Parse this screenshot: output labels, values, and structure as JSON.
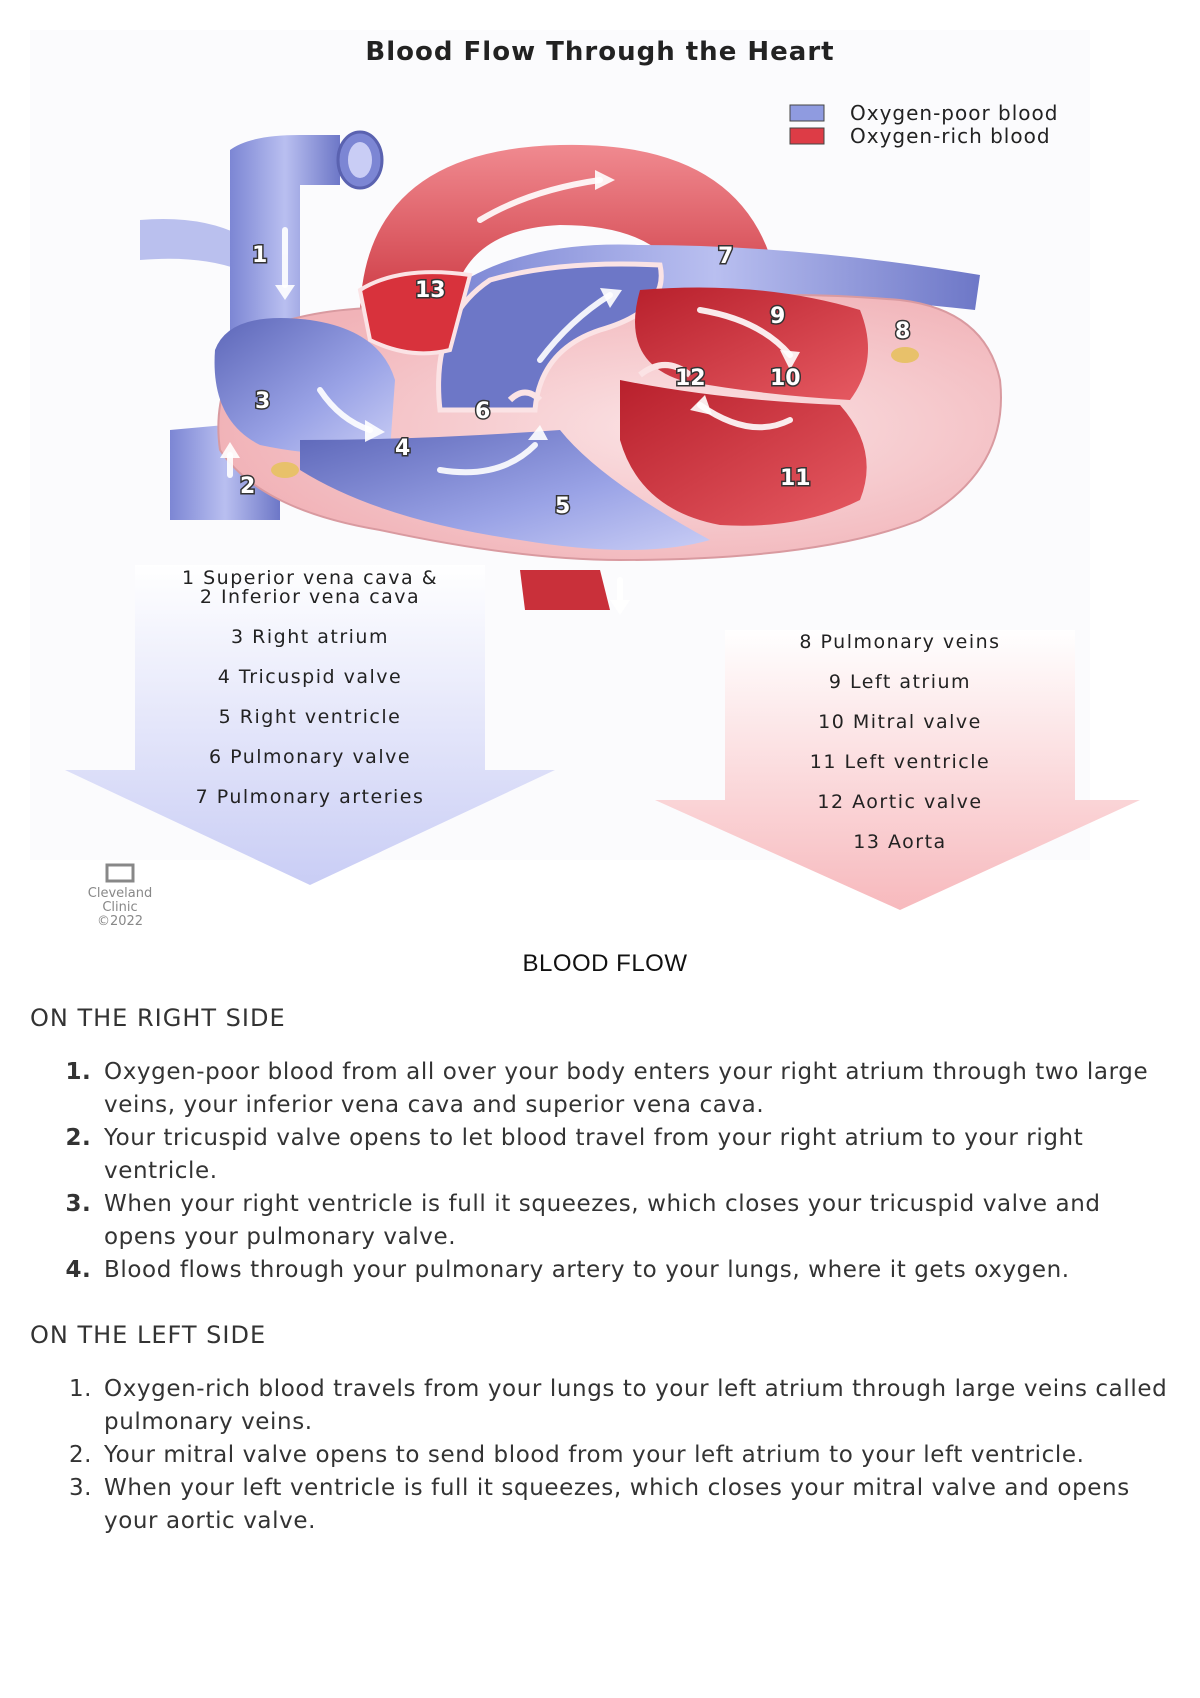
{
  "diagram": {
    "title": "Blood Flow Through the Heart",
    "legend": [
      {
        "label": "Oxygen-poor blood",
        "color": "#8f9be0"
      },
      {
        "label": "Oxygen-rich blood",
        "color": "#dd3c46"
      }
    ],
    "callouts": [
      "1",
      "2",
      "3",
      "4",
      "5",
      "6",
      "7",
      "8",
      "9",
      "10",
      "11",
      "12",
      "13"
    ],
    "right_side_list": [
      "1 Superior vena cava &",
      "2 Inferior vena cava",
      "3 Right atrium",
      "4 Tricuspid valve",
      "5 Right ventricle",
      "6 Pulmonary valve",
      "7 Pulmonary arteries"
    ],
    "left_side_list": [
      "8 Pulmonary veins",
      "9 Left atrium",
      "10 Mitral valve",
      "11 Left ventricle",
      "12 Aortic valve",
      "13 Aorta"
    ],
    "logo": {
      "line1": "Cleveland",
      "line2": "Clinic",
      "line3": "©2022"
    },
    "colors": {
      "poor": "#8f9be0",
      "poor_dark": "#5a62b0",
      "rich": "#dd3c46",
      "rich_dark": "#b3202b",
      "muscle": "#f3c2c6"
    }
  },
  "text": {
    "title": "BLOOD FLOW",
    "right_heading": "ON THE RIGHT SIDE",
    "right_steps": [
      "Oxygen-poor blood from all over your body enters your right atrium through two large veins, your inferior vena cava and superior vena cava.",
      "Your tricuspid valve opens to let blood travel from your right atrium to your right ventricle.",
      "When your right ventricle is full it squeezes, which closes your tricuspid valve and opens your pulmonary valve.",
      "Blood flows through your pulmonary artery to your lungs, where it gets oxygen."
    ],
    "left_heading": "ON THE LEFT SIDE",
    "left_steps": [
      "Oxygen-rich blood travels from your lungs to your left atrium through large veins called pulmonary veins.",
      "Your mitral valve opens to send blood from your left atrium to your left ventricle.",
      "When your left ventricle is full it squeezes, which closes your mitral valve and opens your aortic valve."
    ]
  }
}
